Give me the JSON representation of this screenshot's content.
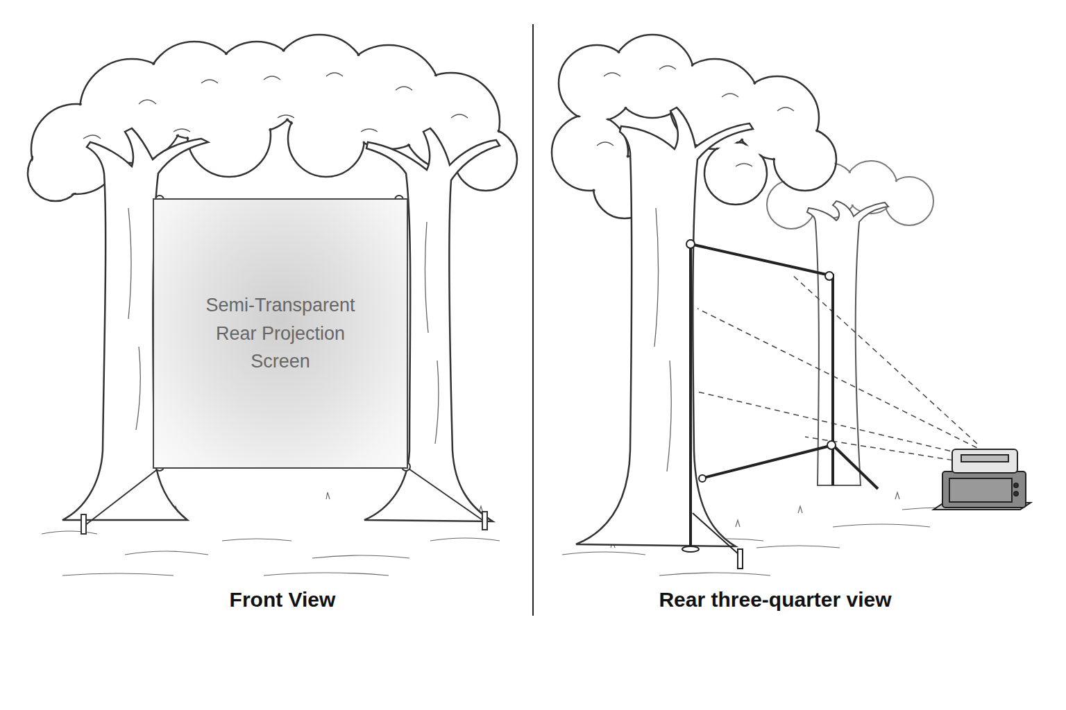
{
  "diagram": {
    "nodes": [
      {
        "text": [
          "Semi-Transparent Rear Projection Screen"
        ]
      }
    ],
    "labels": [
      "Front View",
      "Rear three-quarter view"
    ]
  }
}
